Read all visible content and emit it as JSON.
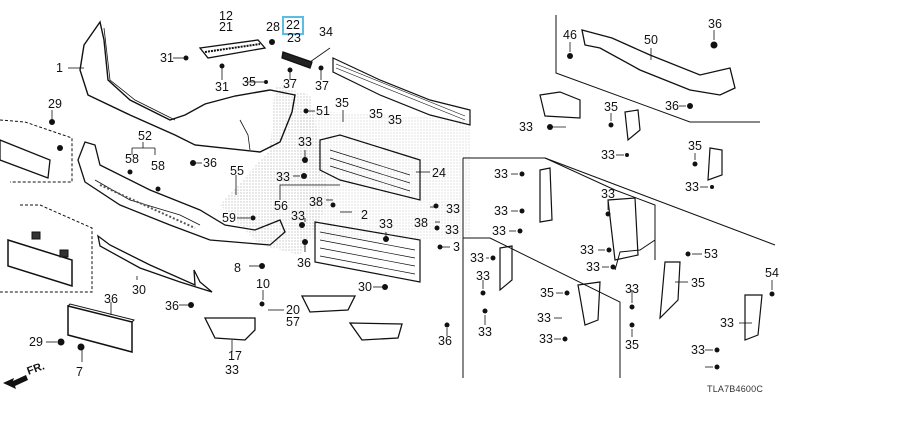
{
  "diagram": {
    "title_code": "TLA7B4600C",
    "direction_label": "FR.",
    "selected_callout": "22",
    "highlight_color": "#5bbce4",
    "callouts": [
      {
        "id": "c1",
        "label": "1"
      },
      {
        "id": "c12",
        "label": "12"
      },
      {
        "id": "c21",
        "label": "21"
      },
      {
        "id": "c28",
        "label": "28"
      },
      {
        "id": "c22",
        "label": "22"
      },
      {
        "id": "c23",
        "label": "23"
      },
      {
        "id": "c34",
        "label": "34"
      },
      {
        "id": "c31a",
        "label": "31"
      },
      {
        "id": "c31b",
        "label": "31"
      },
      {
        "id": "c35a",
        "label": "35"
      },
      {
        "id": "c37a",
        "label": "37"
      },
      {
        "id": "c37b",
        "label": "37"
      },
      {
        "id": "c51",
        "label": "51"
      },
      {
        "id": "c29a",
        "label": "29"
      },
      {
        "id": "c52",
        "label": "52"
      },
      {
        "id": "c58a",
        "label": "58"
      },
      {
        "id": "c58b",
        "label": "58"
      },
      {
        "id": "c36a",
        "label": "36"
      },
      {
        "id": "c55",
        "label": "55"
      },
      {
        "id": "c35b",
        "label": "35"
      },
      {
        "id": "c35c",
        "label": "35"
      },
      {
        "id": "c35d",
        "label": "35"
      },
      {
        "id": "c33a",
        "label": "33"
      },
      {
        "id": "c33b",
        "label": "33"
      },
      {
        "id": "c24",
        "label": "24"
      },
      {
        "id": "c56",
        "label": "56"
      },
      {
        "id": "c38a",
        "label": "38"
      },
      {
        "id": "c2",
        "label": "2"
      },
      {
        "id": "c33c",
        "label": "33"
      },
      {
        "id": "c33d",
        "label": "33"
      },
      {
        "id": "c38b",
        "label": "38"
      },
      {
        "id": "c33e",
        "label": "33"
      },
      {
        "id": "c33f",
        "label": "33"
      },
      {
        "id": "c3",
        "label": "3"
      },
      {
        "id": "c59",
        "label": "59"
      },
      {
        "id": "c36b",
        "label": "36"
      },
      {
        "id": "c8",
        "label": "8"
      },
      {
        "id": "c30a",
        "label": "30"
      },
      {
        "id": "c10",
        "label": "10"
      },
      {
        "id": "c20",
        "label": "20"
      },
      {
        "id": "c57",
        "label": "57"
      },
      {
        "id": "c36c",
        "label": "36"
      },
      {
        "id": "c36d",
        "label": "36"
      },
      {
        "id": "c29b",
        "label": "29"
      },
      {
        "id": "c7",
        "label": "7"
      },
      {
        "id": "c17",
        "label": "17"
      },
      {
        "id": "c33g",
        "label": "33"
      },
      {
        "id": "c30b",
        "label": "30"
      },
      {
        "id": "c36e",
        "label": "36"
      },
      {
        "id": "c46",
        "label": "46"
      },
      {
        "id": "c50",
        "label": "50"
      },
      {
        "id": "c36f",
        "label": "36"
      },
      {
        "id": "c36g",
        "label": "36"
      },
      {
        "id": "c33h",
        "label": "33"
      },
      {
        "id": "c35e",
        "label": "35"
      },
      {
        "id": "c33i",
        "label": "33"
      },
      {
        "id": "c35f",
        "label": "35"
      },
      {
        "id": "c33j",
        "label": "33"
      },
      {
        "id": "c33k",
        "label": "33"
      },
      {
        "id": "c33l",
        "label": "33"
      },
      {
        "id": "c33m",
        "label": "33"
      },
      {
        "id": "c33n",
        "label": "33"
      },
      {
        "id": "c33o",
        "label": "33"
      },
      {
        "id": "c33p",
        "label": "33"
      },
      {
        "id": "c33q",
        "label": "33"
      },
      {
        "id": "c33r",
        "label": "33"
      },
      {
        "id": "c33s",
        "label": "33"
      },
      {
        "id": "c35g",
        "label": "35"
      },
      {
        "id": "c33t",
        "label": "33"
      },
      {
        "id": "c33u",
        "label": "33"
      },
      {
        "id": "c33v",
        "label": "33"
      },
      {
        "id": "c35h",
        "label": "35"
      },
      {
        "id": "c53",
        "label": "53"
      },
      {
        "id": "c35i",
        "label": "35"
      },
      {
        "id": "c54",
        "label": "54"
      },
      {
        "id": "c33w",
        "label": "33"
      },
      {
        "id": "c33x",
        "label": "33"
      }
    ]
  }
}
